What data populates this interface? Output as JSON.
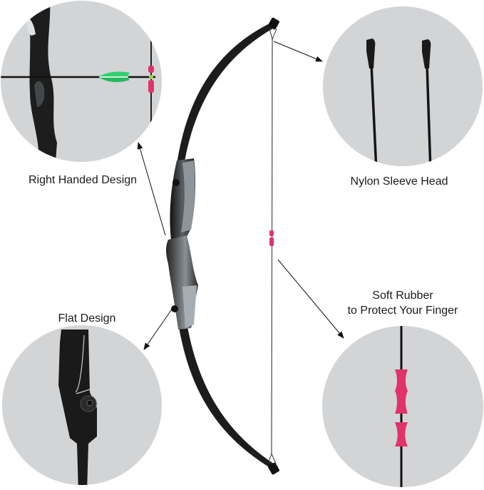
{
  "features": {
    "right_handed": {
      "label": "Right Handed Design"
    },
    "nylon_sleeve": {
      "label": "Nylon Sleeve Head"
    },
    "soft_rubber": {
      "line1": "Soft Rubber",
      "line2": "to Protect Your Finger"
    },
    "flat_design": {
      "label": "Flat Design"
    }
  },
  "colors": {
    "circle_bg": "#d3d4d6",
    "bow_dark": "#1c1c1c",
    "string": "#333333",
    "rubber_pink": "#e0336a",
    "fletching_green": "#2fd06e"
  }
}
